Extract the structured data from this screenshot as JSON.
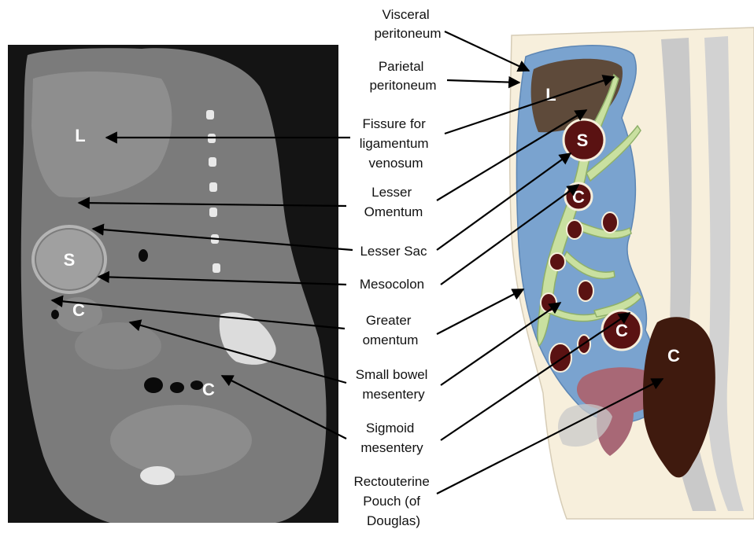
{
  "ct_letters": {
    "liver": "L",
    "stomach": "S",
    "colon": "C",
    "sigmoid": "C"
  },
  "illustration_letters": {
    "liver": "L",
    "stomach": "S",
    "colon": "C",
    "colon_lower": "C",
    "rectum": "C"
  },
  "labels": {
    "visceral_peritoneum": [
      "Visceral",
      "peritoneum"
    ],
    "parietal_peritoneum": [
      "Parietal",
      "peritoneum"
    ],
    "fissure_ligamentum_venosum": [
      "Fissure for",
      "ligamentum",
      "venosum"
    ],
    "lesser_omentum": [
      "Lesser",
      "Omentum"
    ],
    "lesser_sac": [
      "Lesser Sac"
    ],
    "mesocolon": [
      "Mesocolon"
    ],
    "greater_omentum": [
      "Greater",
      "omentum"
    ],
    "small_bowel_mesentery": [
      "Small bowel",
      "mesentery"
    ],
    "sigmoid_mesentery": [
      "Sigmoid",
      "mesentery"
    ],
    "rectouterine_pouch": [
      "Rectouterine",
      "Pouch (of",
      "Douglas)"
    ]
  },
  "colors": {
    "background": "#ffffff",
    "body_fill": "#f7efdc",
    "peritoneal_cavity": "#7aa3cf",
    "liver": "#5e4a3a",
    "bowel": "#5a1212",
    "rectum": "#3f1a0e",
    "mesentery": "#c9e0a0",
    "uterus": "#a86876",
    "bone": "#c9c9c9",
    "ct_background": "#141414"
  }
}
